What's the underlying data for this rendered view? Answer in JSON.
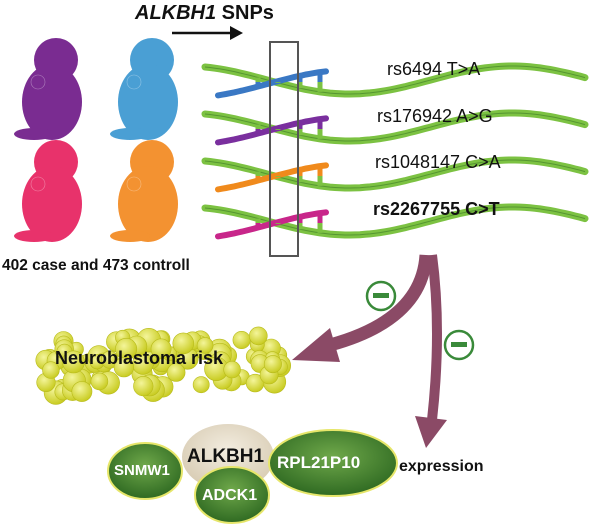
{
  "title": {
    "gene": "ALKBH1",
    "suffix": " SNPs"
  },
  "study_caption": "402 case and 473 controll",
  "snps": [
    {
      "id": "rs6494 T>A",
      "strand_color": "#3a78c4",
      "bold": false
    },
    {
      "id": "rs176942 A>G",
      "strand_color": "#7a2f9e",
      "bold": false
    },
    {
      "id": "rs1048147 C>A",
      "strand_color": "#f08a1c",
      "bold": false
    },
    {
      "id": "rs2267755 C>T",
      "strand_color": "#c8268a",
      "bold": true
    }
  ],
  "fetus_colors": [
    "#7a2c91",
    "#4a9fd4",
    "#e8326b",
    "#f39231"
  ],
  "effects": {
    "inhibit_symbol": "−",
    "outcome_risk": "Neuroblastoma  risk",
    "outcome_expression": "expression"
  },
  "genes": {
    "center": "ALKBH1",
    "left": "SNMW1",
    "bottom": "ADCK1",
    "right": "RPL21P10"
  },
  "colors": {
    "helix_green": "#7cc242",
    "arrow": "#8b4a66",
    "inhibit": "#3a8a3a",
    "tumor": "#d7dc3a",
    "gene_green": "#3d7d2a",
    "gene_beige": "#e6dcc8"
  }
}
